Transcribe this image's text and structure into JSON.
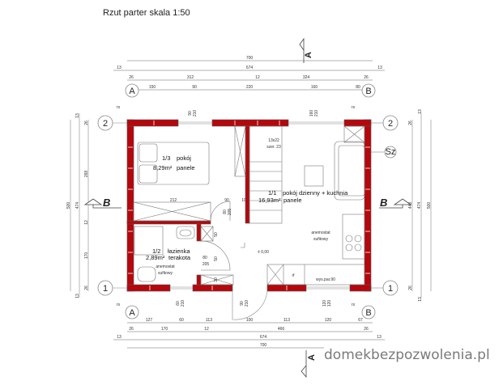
{
  "title": "Rzut parter skala 1:50",
  "watermark": "domekbezpozwolenia.pl",
  "axes": {
    "a": "A",
    "b": "B",
    "one": "1",
    "two": "2",
    "sz": "Sz",
    "rs": "rs"
  },
  "sections": {
    "a": "A",
    "b": "B"
  },
  "dims_top": {
    "row1": [
      "700"
    ],
    "row2": [
      "13",
      "674",
      "13"
    ],
    "row3": [
      "26",
      "312",
      "12",
      "324",
      "26"
    ],
    "row4": [
      "150",
      "90",
      "220",
      "160",
      "80"
    ]
  },
  "dims_bottom": {
    "row1": [
      "127",
      "60",
      "113",
      "100",
      "113",
      "120",
      "67"
    ],
    "row2": [
      "26",
      "170",
      "12",
      "466",
      "26"
    ],
    "row3": [
      "13",
      "674",
      "13"
    ],
    "row4": [
      "700"
    ]
  },
  "dims_left": {
    "total": "500",
    "inner": "474",
    "chain": [
      "13",
      "26",
      "268",
      "12",
      "170",
      "26",
      "13"
    ]
  },
  "dims_right": {
    "total": "500",
    "inner": "474",
    "chain": [
      "13",
      "26",
      "448",
      "26",
      "13"
    ]
  },
  "openings": {
    "top_window_1": [
      "90",
      "210"
    ],
    "top_window_2": [
      "160",
      "210"
    ],
    "bottom_window_1": [
      "60",
      "210"
    ],
    "bottom_door": [
      "90",
      "210"
    ],
    "bottom_window_2": [
      "120",
      "120"
    ]
  },
  "rooms": [
    {
      "number": "1/3",
      "name": "pokój",
      "area": "8,29m²",
      "floor": "panele"
    },
    {
      "number": "1/1",
      "name": "pokój dzienny + kuchnia",
      "area": "16,93m²",
      "floor": "panele"
    },
    {
      "number": "1/2",
      "name": "łazienka",
      "area": "2,89m²",
      "floor": "terakota"
    }
  ],
  "annotations": {
    "stairs_1": "13x22",
    "stairs_2": "szer. 23",
    "anemostat": "anemostat",
    "sufitowy": "sufitowy",
    "level": "± 0,00",
    "counter_height": "wys.par.90",
    "fridge": "rf",
    "wardrobe_len": "212",
    "door_room_w": "90",
    "door_room_h": "205",
    "door_room_w2": "80",
    "wall_10": "10",
    "door_bath_w": "80",
    "door_bath_h": "205",
    "dim_50a": "50",
    "dim_50b": "50",
    "dim_30": "30"
  }
}
